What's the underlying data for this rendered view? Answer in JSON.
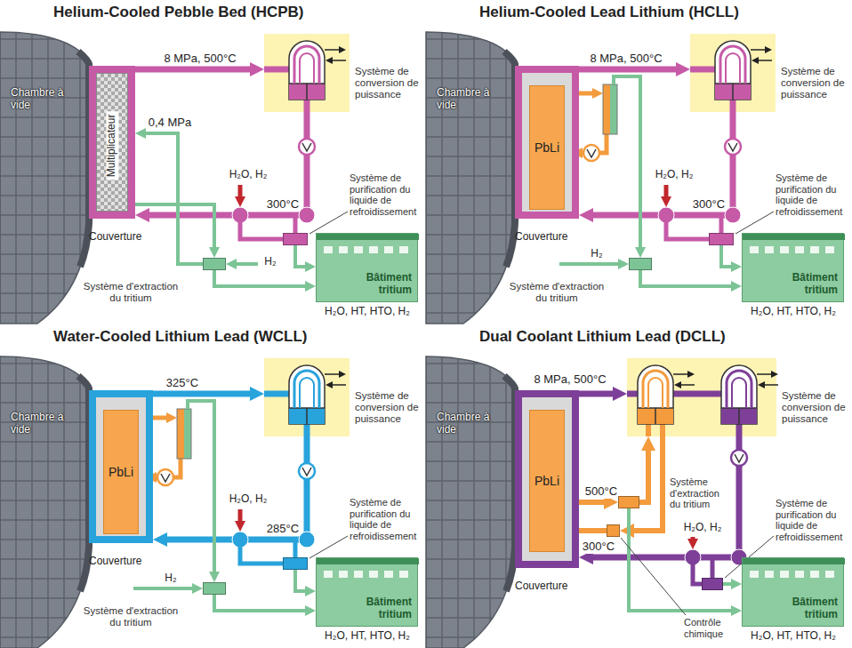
{
  "diagram": {
    "nodes": [
      {
        "text": [
          "Couverture"
        ]
      },
      {
        "text": [
          "Multiplicateur"
        ],
        "in": 0
      },
      {
        "text": [
          "Système de conversion de puissance"
        ]
      },
      {
        "text": [
          "Système de purification du liquide de refroidissement"
        ]
      },
      {
        "text": [
          "Système d'extraction du tritium"
        ]
      },
      {
        "text": [
          "Bâtiment tritium"
        ]
      },
      {
        "text": [
          "Couverture"
        ]
      },
      {
        "text": [
          "PbLi"
        ],
        "in": 6
      },
      {
        "text": [
          "Système de conversion de puissance"
        ]
      },
      {
        "text": [
          "Système de purification du liquide de refroidissement"
        ]
      },
      {
        "text": [
          "Système d'extraction du tritium"
        ]
      },
      {
        "text": [
          "Bâtiment tritium"
        ]
      },
      {
        "text": [
          "Couverture"
        ]
      },
      {
        "text": [
          "PbLi"
        ],
        "in": 12
      },
      {
        "text": [
          "Système de conversion de puissance"
        ]
      },
      {
        "text": [
          "Système de purification du liquide de refroidissement"
        ]
      },
      {
        "text": [
          "Système d'extraction du tritium"
        ]
      },
      {
        "text": [
          "Bâtiment tritium"
        ]
      },
      {
        "text": [
          "Couverture"
        ]
      },
      {
        "text": [
          "PbLi"
        ],
        "in": 18
      },
      {
        "text": [
          "Système de conversion de puissance"
        ]
      },
      {
        "text": [
          "Système d'extraction du tritium"
        ]
      },
      {
        "text": [
          "Contrôle chimique"
        ]
      },
      {
        "text": [
          "Système de purification du liquide de refroidissement"
        ]
      },
      {
        "text": [
          "Bâtiment tritium"
        ]
      }
    ],
    "edges": [
      {
        "from": 0,
        "to": 2,
        "arrow": "to",
        "label": "8 MPa, 500°C"
      },
      {
        "from": 2,
        "to": 0,
        "arrow": "to",
        "label": "300°C"
      },
      {
        "from": 0,
        "to": 4,
        "arrow": "to"
      },
      {
        "from": 4,
        "to": 0,
        "arrow": "to",
        "label": "0,4 MPa"
      },
      {
        "from": 3,
        "to": 5,
        "arrow": "to"
      },
      {
        "from": 4,
        "to": 5,
        "arrow": "to"
      },
      {
        "from": 6,
        "to": 8,
        "arrow": "to",
        "label": "8 MPa, 500°C"
      },
      {
        "from": 8,
        "to": 6,
        "arrow": "to",
        "label": "300°C"
      },
      {
        "from": 9,
        "to": 11,
        "arrow": "to"
      },
      {
        "from": 10,
        "to": 11,
        "arrow": "to"
      },
      {
        "from": 12,
        "to": 14,
        "arrow": "to",
        "label": "325°C"
      },
      {
        "from": 14,
        "to": 12,
        "arrow": "to",
        "label": "285°C"
      },
      {
        "from": 15,
        "to": 17,
        "arrow": "to"
      },
      {
        "from": 16,
        "to": 17,
        "arrow": "to"
      },
      {
        "from": 18,
        "to": 20,
        "arrow": "to",
        "label": "8 MPa, 500°C"
      },
      {
        "from": 20,
        "to": 18,
        "arrow": "to"
      },
      {
        "from": 19,
        "to": 21,
        "arrow": "to",
        "label": "500°C"
      },
      {
        "from": 21,
        "to": 20,
        "arrow": "to"
      },
      {
        "from": 20,
        "to": 22,
        "arrow": "to"
      },
      {
        "from": 22,
        "to": 19,
        "arrow": "to",
        "label": "300°C"
      },
      {
        "from": 23,
        "to": 24,
        "arrow": "to"
      },
      {
        "from": 21,
        "to": 24,
        "arrow": "to"
      }
    ],
    "labels": [
      "Helium-Cooled Pebble Bed (HCPB)",
      "Chambre à vide",
      "H₂O, H₂",
      "H₂",
      "H₂O, HT, HTO, H₂",
      "Helium-Cooled Lead Lithium (HCLL)",
      "Chambre à vide",
      "H₂O, H₂",
      "H₂",
      "H₂O, HT, HTO, H₂",
      "Water-Cooled Lithium Lead (WCLL)",
      "Chambre à vide",
      "H₂O, H₂",
      "H₂",
      "H₂O, HT, HTO, H₂",
      "Dual Coolant Lithium Lead (DCLL)",
      "Chambre à vide",
      "H₂O, H₂",
      "H₂O, HT, HTO, H₂"
    ]
  }
}
